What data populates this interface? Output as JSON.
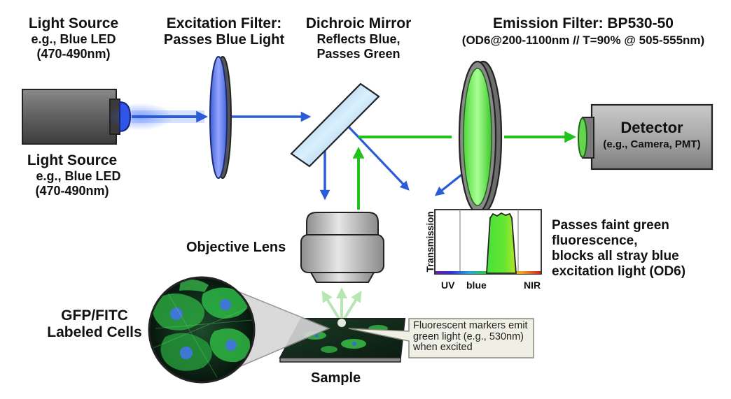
{
  "light_source_top": {
    "title": "Light Source",
    "line2": "e.g., Blue LED",
    "line3": "(470-490nm)"
  },
  "light_source_bottom": {
    "title": "Light Source",
    "line2": "e.g., Blue LED",
    "line3": "(470-490nm)"
  },
  "excitation_filter": {
    "title": "Excitation Filter:",
    "subtitle": "Passes Blue Light"
  },
  "dichroic_mirror": {
    "title": "Dichroic Mirror",
    "line2": "Reflects Blue,",
    "line3": "Passes Green"
  },
  "emission_filter": {
    "title": "Emission Filter: BP530-50",
    "spec": "(OD6@200-1100nm // T=90% @ 505-555nm)"
  },
  "detector": {
    "title": "Detector",
    "subtitle": "(e.g., Camera, PMT)"
  },
  "objective_lens": {
    "label": "Objective Lens"
  },
  "cells": {
    "line1": "GFP/FITC",
    "line2": "Labeled Cells"
  },
  "sample": {
    "label": "Sample"
  },
  "callout": {
    "line1": "Fluorescent markers emit",
    "line2": "green light (e.g., 530nm)",
    "line3": "when excited"
  },
  "spectrum": {
    "ylabel": "Transmission",
    "tick_labels": [
      "UV",
      "blue",
      "NIR"
    ],
    "note": {
      "line1": "Passes faint green",
      "line2": "fluorescence,",
      "line3": "blocks all stray blue",
      "line4": "excitation light (OD6)"
    }
  },
  "colors": {
    "blue_light": "#2a5bd8",
    "green_light": "#22c21d",
    "housing": "#555555",
    "outline": "#222222"
  },
  "icons": [
    "led-light-source",
    "excitation-filter-disc",
    "dichroic-mirror-plate",
    "emission-filter-disc",
    "detector-housing",
    "objective-lens",
    "cell-magnifier",
    "sample-slide"
  ]
}
